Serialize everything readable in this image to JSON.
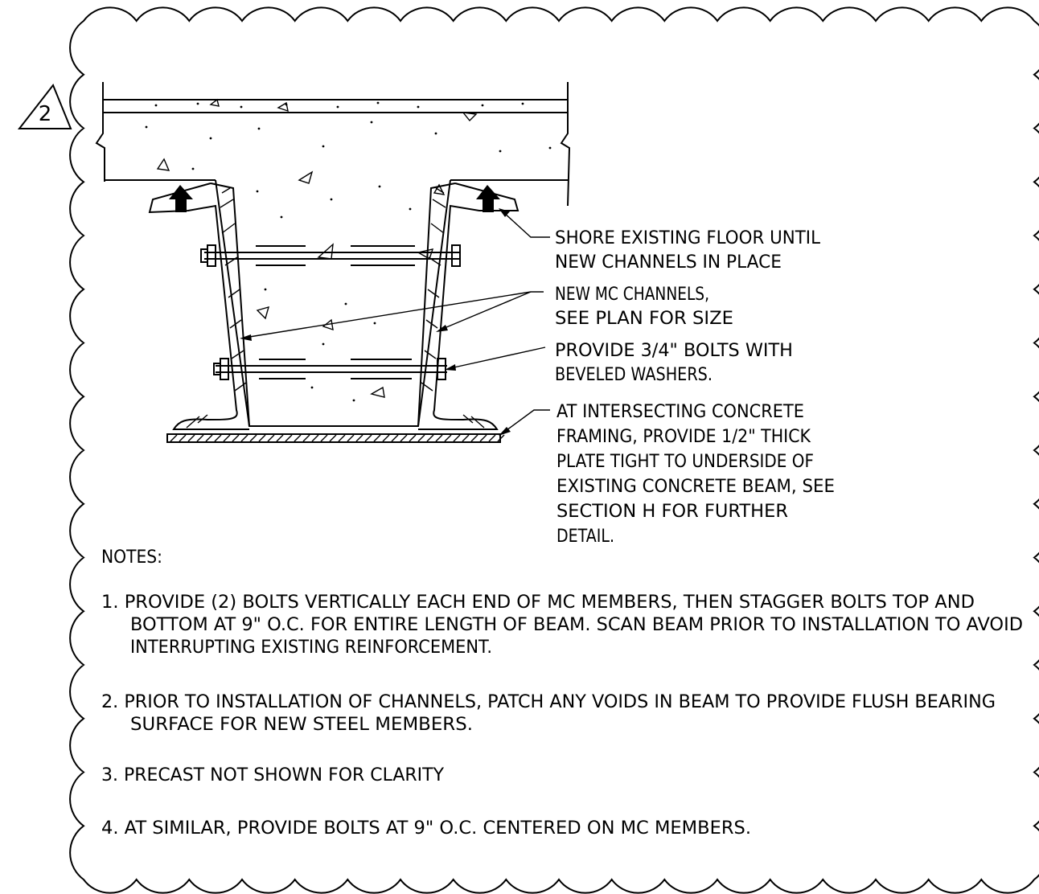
{
  "revision": {
    "number": "2"
  },
  "callouts": [
    {
      "lines": [
        "SHORE EXISTING FLOOR UNTIL",
        "NEW CHANNELS IN PLACE"
      ]
    },
    {
      "lines": [
        "NEW MC CHANNELS,",
        "SEE PLAN FOR SIZE"
      ]
    },
    {
      "lines": [
        "PROVIDE 3/4\" BOLTS WITH",
        "BEVELED WASHERS."
      ]
    },
    {
      "lines": [
        "AT INTERSECTING CONCRETE",
        "FRAMING, PROVIDE 1/2\" THICK",
        "PLATE TIGHT TO UNDERSIDE OF",
        "EXISTING CONCRETE BEAM, SEE",
        "SECTION H FOR FURTHER",
        "DETAIL."
      ]
    }
  ],
  "notes": {
    "heading": "NOTES:",
    "items": [
      {
        "lines": [
          "1. PROVIDE (2) BOLTS VERTICALLY EACH END OF MC MEMBERS, THEN STAGGER BOLTS TOP AND",
          "BOTTOM AT 9\" O.C. FOR ENTIRE LENGTH OF BEAM. SCAN BEAM PRIOR TO INSTALLATION TO  AVOID",
          "INTERRUPTING EXISTING REINFORCEMENT."
        ]
      },
      {
        "lines": [
          "2. PRIOR TO INSTALLATION OF CHANNELS, PATCH ANY VOIDS IN BEAM TO PROVIDE FLUSH BEARING",
          "SURFACE FOR NEW STEEL MEMBERS."
        ]
      },
      {
        "lines": [
          "3. PRECAST NOT SHOWN FOR CLARITY"
        ]
      },
      {
        "lines": [
          "4. AT SIMILAR, PROVIDE BOLTS AT 9\" O.C. CENTERED ON MC MEMBERS."
        ]
      }
    ]
  }
}
